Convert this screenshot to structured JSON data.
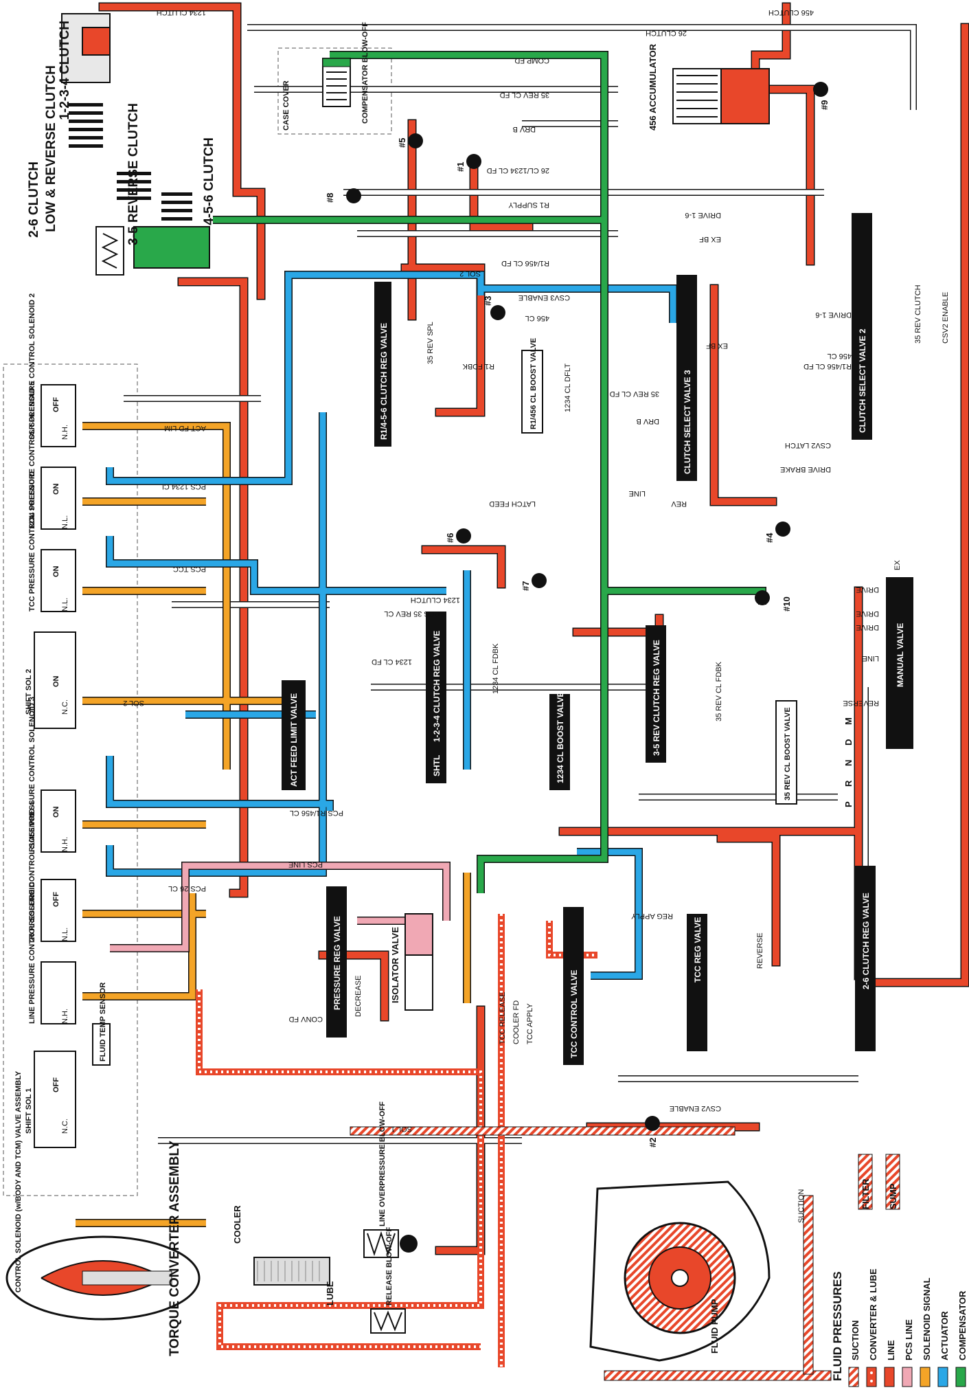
{
  "colors": {
    "suction": "#e8472a",
    "converter_lube": "#e8472a",
    "line": "#e8472a",
    "pcs_line": "#f0a8b4",
    "solenoid_signal": "#f4a427",
    "actuator": "#2aa7e6",
    "compensator": "#29a84a",
    "exhaust": "#ffffff",
    "valve_body": "#111111"
  },
  "legend": {
    "title": "FLUID PRESSURES",
    "items": [
      {
        "label": "SUCTION",
        "key": "suction"
      },
      {
        "label": "CONVERTER & LUBE",
        "key": "converter_lube"
      },
      {
        "label": "LINE",
        "key": "line"
      },
      {
        "label": "PCS LINE",
        "key": "pcs_line"
      },
      {
        "label": "SOLENOID SIGNAL",
        "key": "solenoid_signal"
      },
      {
        "label": "ACTUATOR",
        "key": "actuator"
      },
      {
        "label": "COMPENSATOR",
        "key": "compensator"
      }
    ]
  },
  "clutches": {
    "c1234": "1-2-3-4 CLUTCH",
    "low_rev": "LOW & REVERSE CLUTCH",
    "c35rev": "3-5 REVERSE CLUTCH",
    "c456": "4-5-6 CLUTCH",
    "c26": "2-6 CLUTCH"
  },
  "assemblies": {
    "torque_converter": "TORQUE CONVERTER ASSEMBLY",
    "control_solenoid": "CONTROL SOLENOID (w/BODY AND TCM) VALVE ASSEMBLY",
    "cooler": "COOLER",
    "lube": "LUBE",
    "fluid_pump": "FLUID PUMP",
    "filter": "FILTER",
    "sump": "SUMP",
    "accumulator_456": "456 ACCUMULATOR",
    "comp_blowoff": "COMPENSATOR BLOW-OFF",
    "case_cover": "CASE COVER",
    "line_blowoff": "LINE OVERPRESSURE BLOW-OFF",
    "release_blowoff": "RELEASE BLOW-OFF"
  },
  "solenoids": [
    {
      "name": "SSR PRESSURE CONTROL SOLENOID 2",
      "type": "N.H.",
      "state": "OFF"
    },
    {
      "name": "1234 PRESSURE CONTROL SOLENOID 5",
      "type": "N.L.",
      "state": "ON"
    },
    {
      "name": "TCC PRESSURE CONTROL SOLENOID",
      "type": "N.L.",
      "state": "ON"
    },
    {
      "name": "SHIFT SOL 2",
      "type": "N.C.",
      "state": "ON"
    },
    {
      "name": "R1/456 PRESSURE CONTROL SOLENOID 3",
      "type": "N.H.",
      "state": "ON"
    },
    {
      "name": "26 PRESSURE CONTROL SOLENOID 4",
      "type": "N.L.",
      "state": "OFF"
    },
    {
      "name": "LINE PRESSURE CONTROL SOLENOID",
      "type": "N.H.",
      "state": ""
    },
    {
      "name": "SHIFT SOL 1",
      "type": "N.C.",
      "state": "OFF"
    },
    {
      "name": "FLUID TEMP SENSOR",
      "type": "",
      "state": ""
    }
  ],
  "valves": [
    "R1/4-5-6 CLUTCH REG VALVE",
    "R1/456 CL BOOST VALVE",
    "CLUTCH SELECT VALVE 3",
    "CLUTCH SELECT VALVE 2",
    "1-2-3-4 CLUTCH REG VALVE",
    "1234 CL BOOST VALVE",
    "ACT FEED LIMIT VALVE",
    "3-5 REV CLUTCH REG VALVE",
    "35 REV CL BOOST VALVE",
    "MANUAL VALVE",
    "PRESSURE REG VALVE",
    "ISOLATOR VALVE",
    "TCC CONTROL VALVE",
    "TCC REG VALVE",
    "2-6 CLUTCH REG VALVE",
    "SHTL"
  ],
  "checkballs": [
    "#1",
    "#2",
    "#3",
    "#4",
    "#5",
    "#6",
    "#7",
    "#8",
    "#9",
    "#10"
  ],
  "passages": {
    "top": [
      "1234 CLUTCH",
      "456 CLUTCH",
      "26 CLUTCH",
      "COMP FD",
      "35 REV CL FD",
      "DRV B",
      "26 CL/1234 CL FD",
      "R1 SUPPLY",
      "DRIVE 1-6",
      "EX BF",
      "SOL 2",
      "R1/456 CL FD",
      "CSV3 ENABLE",
      "456 CL"
    ],
    "mid": [
      "1234 CL DFLT",
      "35 REV CLUTCH",
      "CSV2 ENABLE",
      "456 CL",
      "R1/456 CL FD",
      "DRIVE 1-6",
      "EX BF",
      "DRV B",
      "35 REV SPL",
      "R1 FDBK",
      "35 REV CL FD",
      "CSV2 LATCH",
      "DRIVE BRAKE",
      "LATCH FEED",
      "REV",
      "LINE"
    ],
    "lower": [
      "PCS 1234 CL",
      "ACT FD LIM",
      "PCS TCC",
      "PCS 35 REV CL",
      "1234 CLUTCH",
      "1234 CL FD",
      "1234 CL FDBK",
      "35 REV CL FDBK",
      "PCS R1/456 CL",
      "SOL 2",
      "PCS 26 CL",
      "PCS LINE",
      "CONV FD",
      "DECREASE",
      "REG APPLY",
      "TCC RELEASE",
      "COOLER FD",
      "TCC APPLY",
      "SOL 1",
      "REVERSE",
      "CSV2 ENABLE",
      "SUCTION"
    ],
    "manual": [
      "DRIVE",
      "DRIVE",
      "DRIVE",
      "REVERSE",
      "LINE",
      "EX"
    ],
    "prndl": [
      "P",
      "R",
      "N",
      "D",
      "M"
    ]
  }
}
